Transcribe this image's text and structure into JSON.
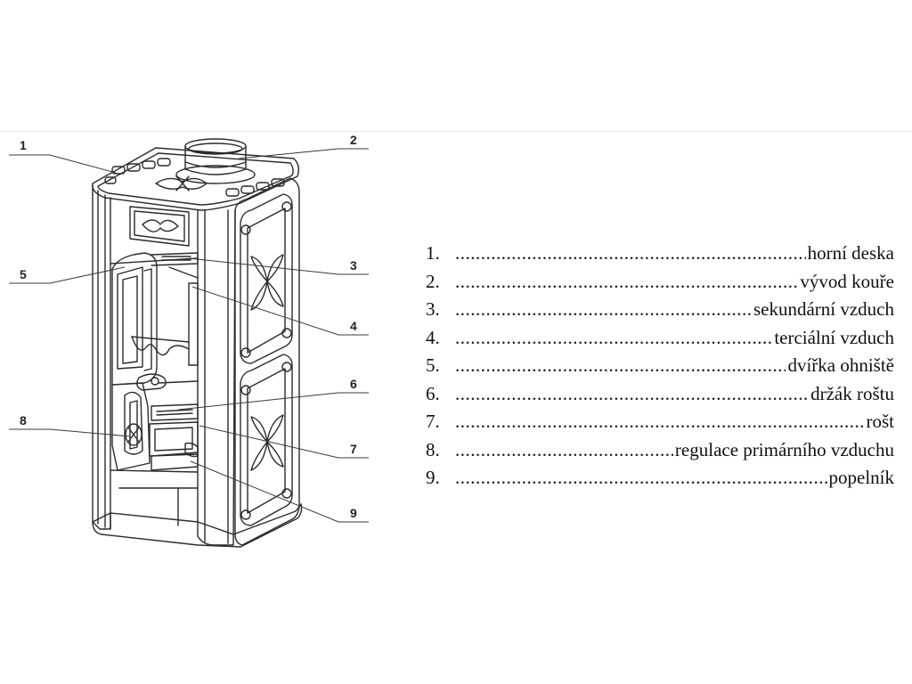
{
  "diagram": {
    "callouts": [
      "1",
      "2",
      "3",
      "4",
      "5",
      "6",
      "7",
      "8",
      "9"
    ]
  },
  "legend": {
    "items": [
      {
        "num": "1.",
        "label": "horní deska"
      },
      {
        "num": "2.",
        "label": "vývod kouře"
      },
      {
        "num": "3.",
        "label": "sekundární vzduch"
      },
      {
        "num": "4.",
        "label": "terciální vzduch"
      },
      {
        "num": "5.",
        "label": "dvířka ohniště"
      },
      {
        "num": "6.",
        "label": "držák roštu"
      },
      {
        "num": "7.",
        "label": "rošt"
      },
      {
        "num": "8.",
        "label": "regulace primárního vzduchu"
      },
      {
        "num": "9.",
        "label": "popelník"
      }
    ]
  }
}
